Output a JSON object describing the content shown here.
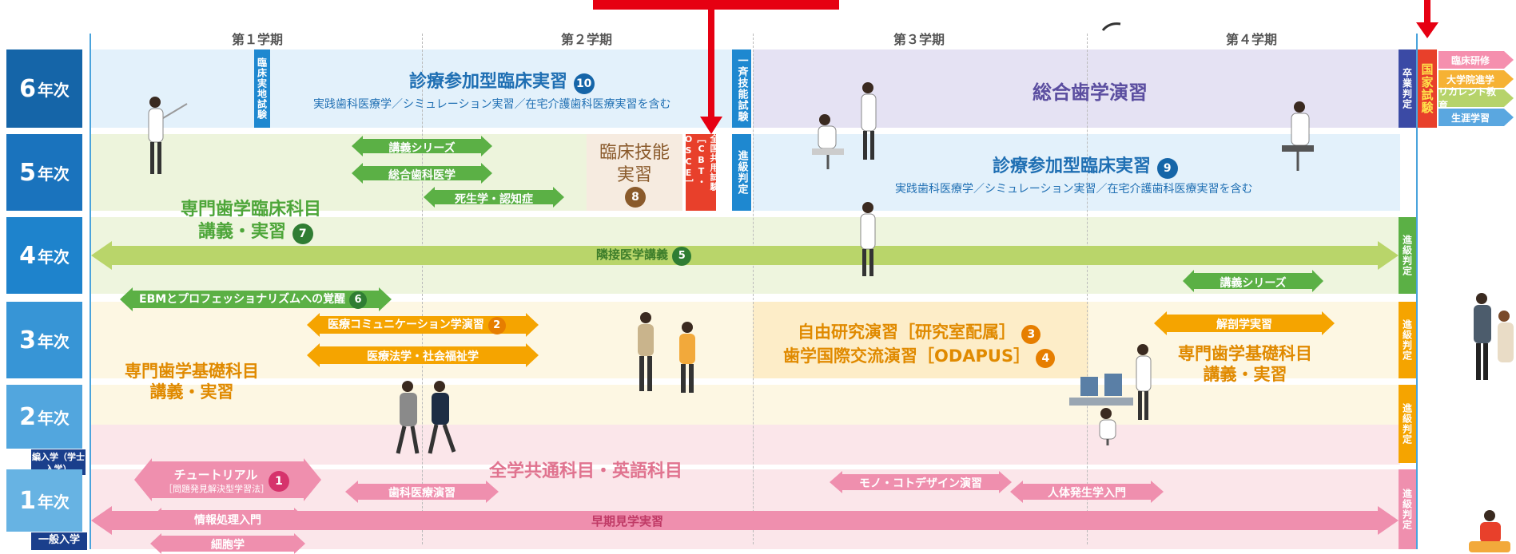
{
  "semesters": [
    "第１学期",
    "第２学期",
    "第３学期",
    "第４学期"
  ],
  "years": {
    "y6": {
      "num": "6",
      "suffix": "年次"
    },
    "y5": {
      "num": "5",
      "suffix": "年次"
    },
    "y4": {
      "num": "4",
      "suffix": "年次"
    },
    "y3": {
      "num": "3",
      "suffix": "年次"
    },
    "y2": {
      "num": "2",
      "suffix": "年次"
    },
    "y1": {
      "num": "1",
      "suffix": "年次"
    }
  },
  "entries": {
    "transfer": "編入学（学士入学）",
    "general": "一般入学"
  },
  "year6": {
    "clinical_site_exam": "臨床実地試験",
    "clinical_practice": "診療参加型臨床実習",
    "clinical_practice_num": "10",
    "clinical_practice_sub": "実践歯科医療学／シミュレーション実習／在宅介護歯科医療実習を含む",
    "skill_exam": "一斉技能試験",
    "comprehensive": "総合歯学演習",
    "grad_judge": "卒業判定",
    "national_exam": "国家試験"
  },
  "outcomes": [
    "臨床研修",
    "大学院進学",
    "リカレント教育",
    "生涯学習"
  ],
  "year5": {
    "lecture_series": "講義シリーズ",
    "general_dentistry": "総合歯科医学",
    "thanatology": "死生学・認知症",
    "clinical_skill": "臨床技能実習",
    "clinical_skill_num": "8",
    "cbt_osce": "全国共用試験［CBT・OSCE］",
    "promotion": "進級判定",
    "clinical_practice": "診療参加型臨床実習",
    "clinical_practice_num": "9",
    "clinical_practice_sub": "実践歯科医療学／シミュレーション実習／在宅介護歯科医療実習を含む",
    "specialized_clinical": "専門歯学臨床科目",
    "specialized_clinical_sub": "講義・実習",
    "specialized_clinical_num": "7"
  },
  "year4": {
    "adjacent_medicine": "隣接医学講義",
    "adjacent_num": "5",
    "lecture_series": "講義シリーズ",
    "promotion": "進級判定",
    "ebm": "EBMとプロフェッショナリズムへの覚醒",
    "ebm_num": "6"
  },
  "year3": {
    "medical_comm": "医療コミュニケーション学演習",
    "medical_comm_num": "2",
    "medical_law": "医療法学・社会福祉学",
    "free_research": "自由研究演習［研究室配属］",
    "free_research_num": "3",
    "odapus": "歯学国際交流演習［ODAPUS］",
    "odapus_num": "4",
    "anatomy": "解剖学実習",
    "basic_subjects": "専門歯学基礎科目",
    "basic_subjects_sub": "講義・実習",
    "promotion": "進級判定"
  },
  "year2": {
    "promotion": "進級判定",
    "common_subjects": "全学共通科目・英語科目"
  },
  "year1": {
    "tutorial": "チュートリアル",
    "tutorial_sub": "［問題発見解決型学習法］",
    "tutorial_num": "1",
    "dental_practice": "歯科医療演習",
    "mono_koto": "モノ・コトデザイン演習",
    "human_dev": "人体発生学入門",
    "info_processing": "情報処理入門",
    "early_exposure": "早期見学実習",
    "cytology": "細胞学",
    "promotion": "進級判定"
  },
  "colors": {
    "year_dark": "#1565a8",
    "year_mid": "#1e88d0",
    "year_light": "#4aa3dc",
    "red_arrow": "#e60012",
    "pink_arrow": "#ef8fae",
    "green_arrow": "#5bb045",
    "lime_arrow": "#b9d56a",
    "orange_arrow": "#f5a400"
  }
}
